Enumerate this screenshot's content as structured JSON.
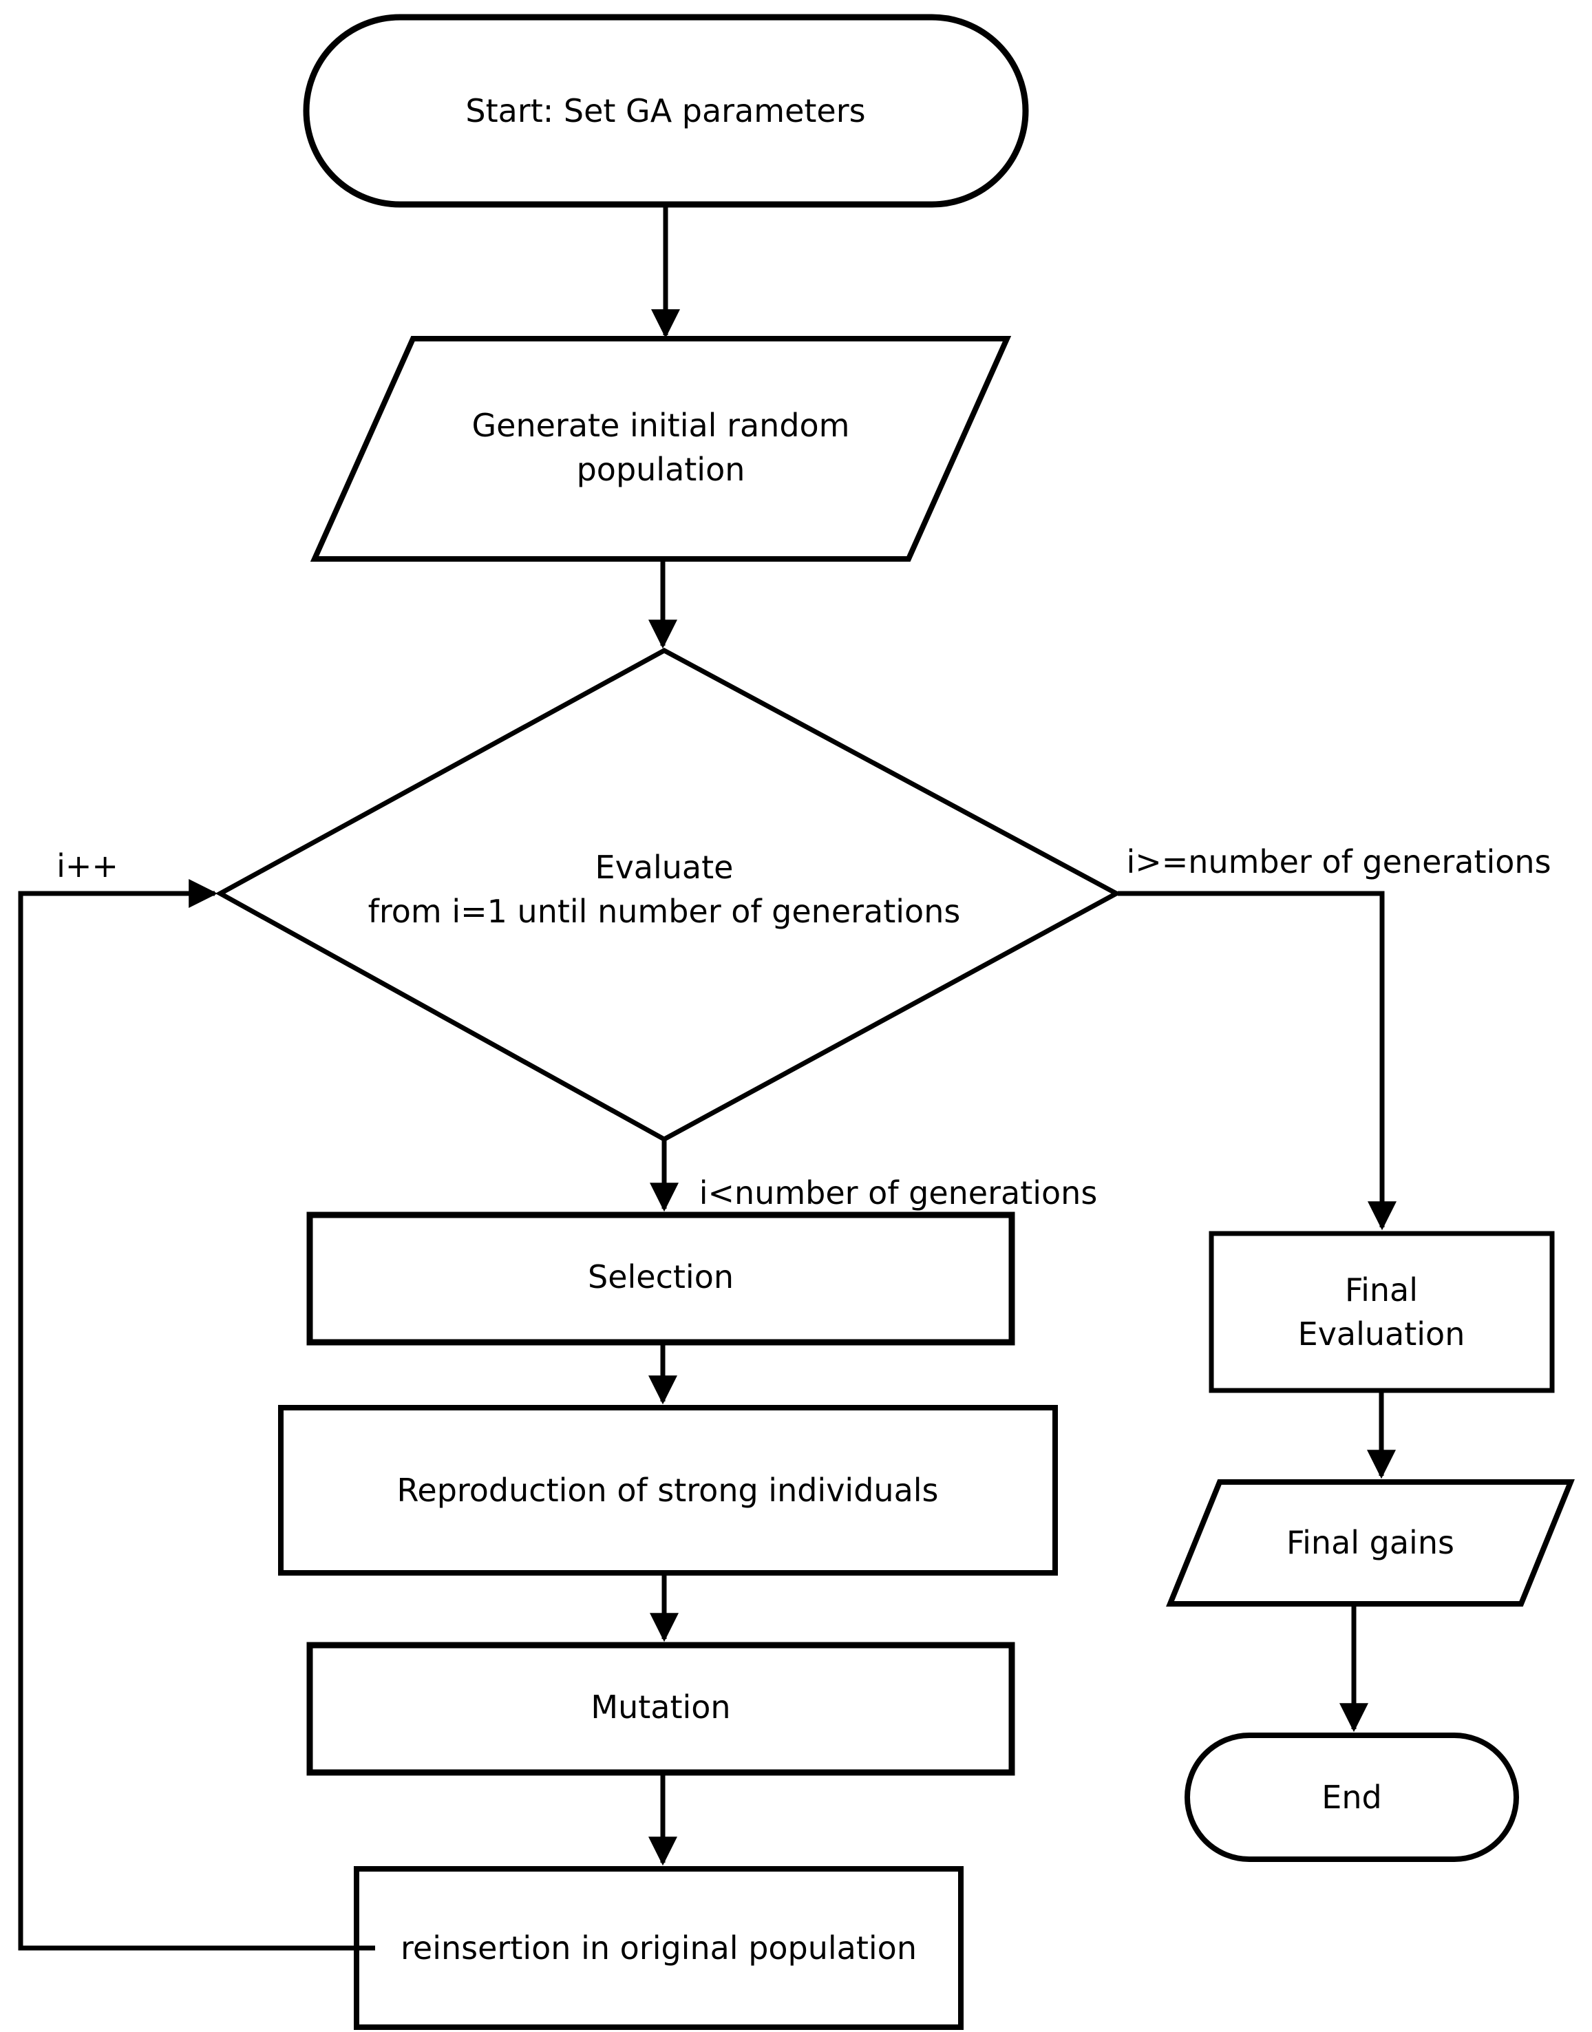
{
  "flowchart": {
    "background_color": "#ffffff",
    "line_color": "#000000",
    "nodes": {
      "start": {
        "shape": "terminator",
        "label": "Start: Set GA parameters"
      },
      "generate": {
        "shape": "parallelogram",
        "label": "Generate initial random\npopulation"
      },
      "evaluate": {
        "shape": "decision",
        "label": "Evaluate\nfrom i=1 until number of generations"
      },
      "selection": {
        "shape": "process",
        "label": "Selection"
      },
      "reproduction": {
        "shape": "process",
        "label": "Reproduction of strong individuals"
      },
      "mutation": {
        "shape": "process",
        "label": "Mutation"
      },
      "reinsertion": {
        "shape": "process",
        "label": "reinsertion in original population"
      },
      "final_evaluation": {
        "shape": "process",
        "label": "Final Evaluation"
      },
      "final_gains": {
        "shape": "parallelogram",
        "label": "Final gains"
      },
      "end": {
        "shape": "terminator",
        "label": "End"
      }
    },
    "edge_labels": {
      "increment": "i++",
      "exit_loop": "i>=number of generations",
      "continue_loop": "i<number of generations"
    }
  }
}
